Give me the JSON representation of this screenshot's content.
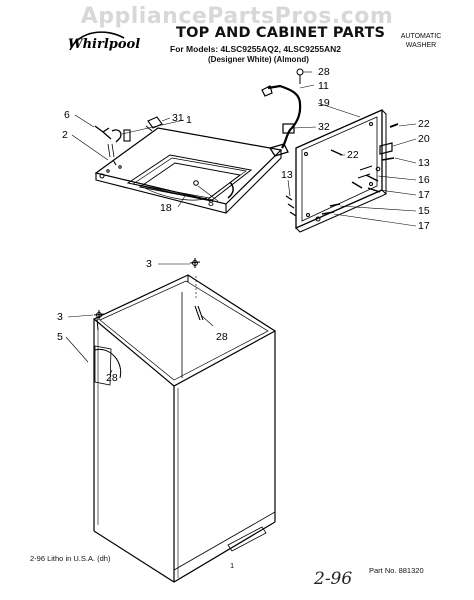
{
  "watermark": "AppliancePartsPros.com",
  "header": {
    "brand": "Whirlpool",
    "title": "TOP AND CABINET PARTS",
    "models_line": "For Models: 4LSC9255AQ2, 4LSC9255AN2",
    "variants_line": "(Designer White)  (Almond)",
    "product_type_line1": "AUTOMATIC",
    "product_type_line2": "WASHER"
  },
  "callouts": {
    "c28a": "28",
    "c11": "11",
    "c19": "19",
    "c22a": "22",
    "c20": "20",
    "c32": "32",
    "c22b": "22",
    "c13a": "13",
    "c13b": "13",
    "c16": "16",
    "c17a": "17",
    "c15": "15",
    "c17b": "17",
    "c6": "6",
    "c31": "31",
    "c1": "1",
    "c2": "2",
    "c18": "18",
    "c8": "8",
    "c3a": "3",
    "c28b": "28",
    "c3b": "3",
    "c5": "5",
    "c28c": "28"
  },
  "footer": {
    "print_info": "2-96 Litho in U.S.A. (dh)",
    "page_number": "1",
    "handwritten_note": "2-96",
    "part_no": "Part No. 881320"
  }
}
